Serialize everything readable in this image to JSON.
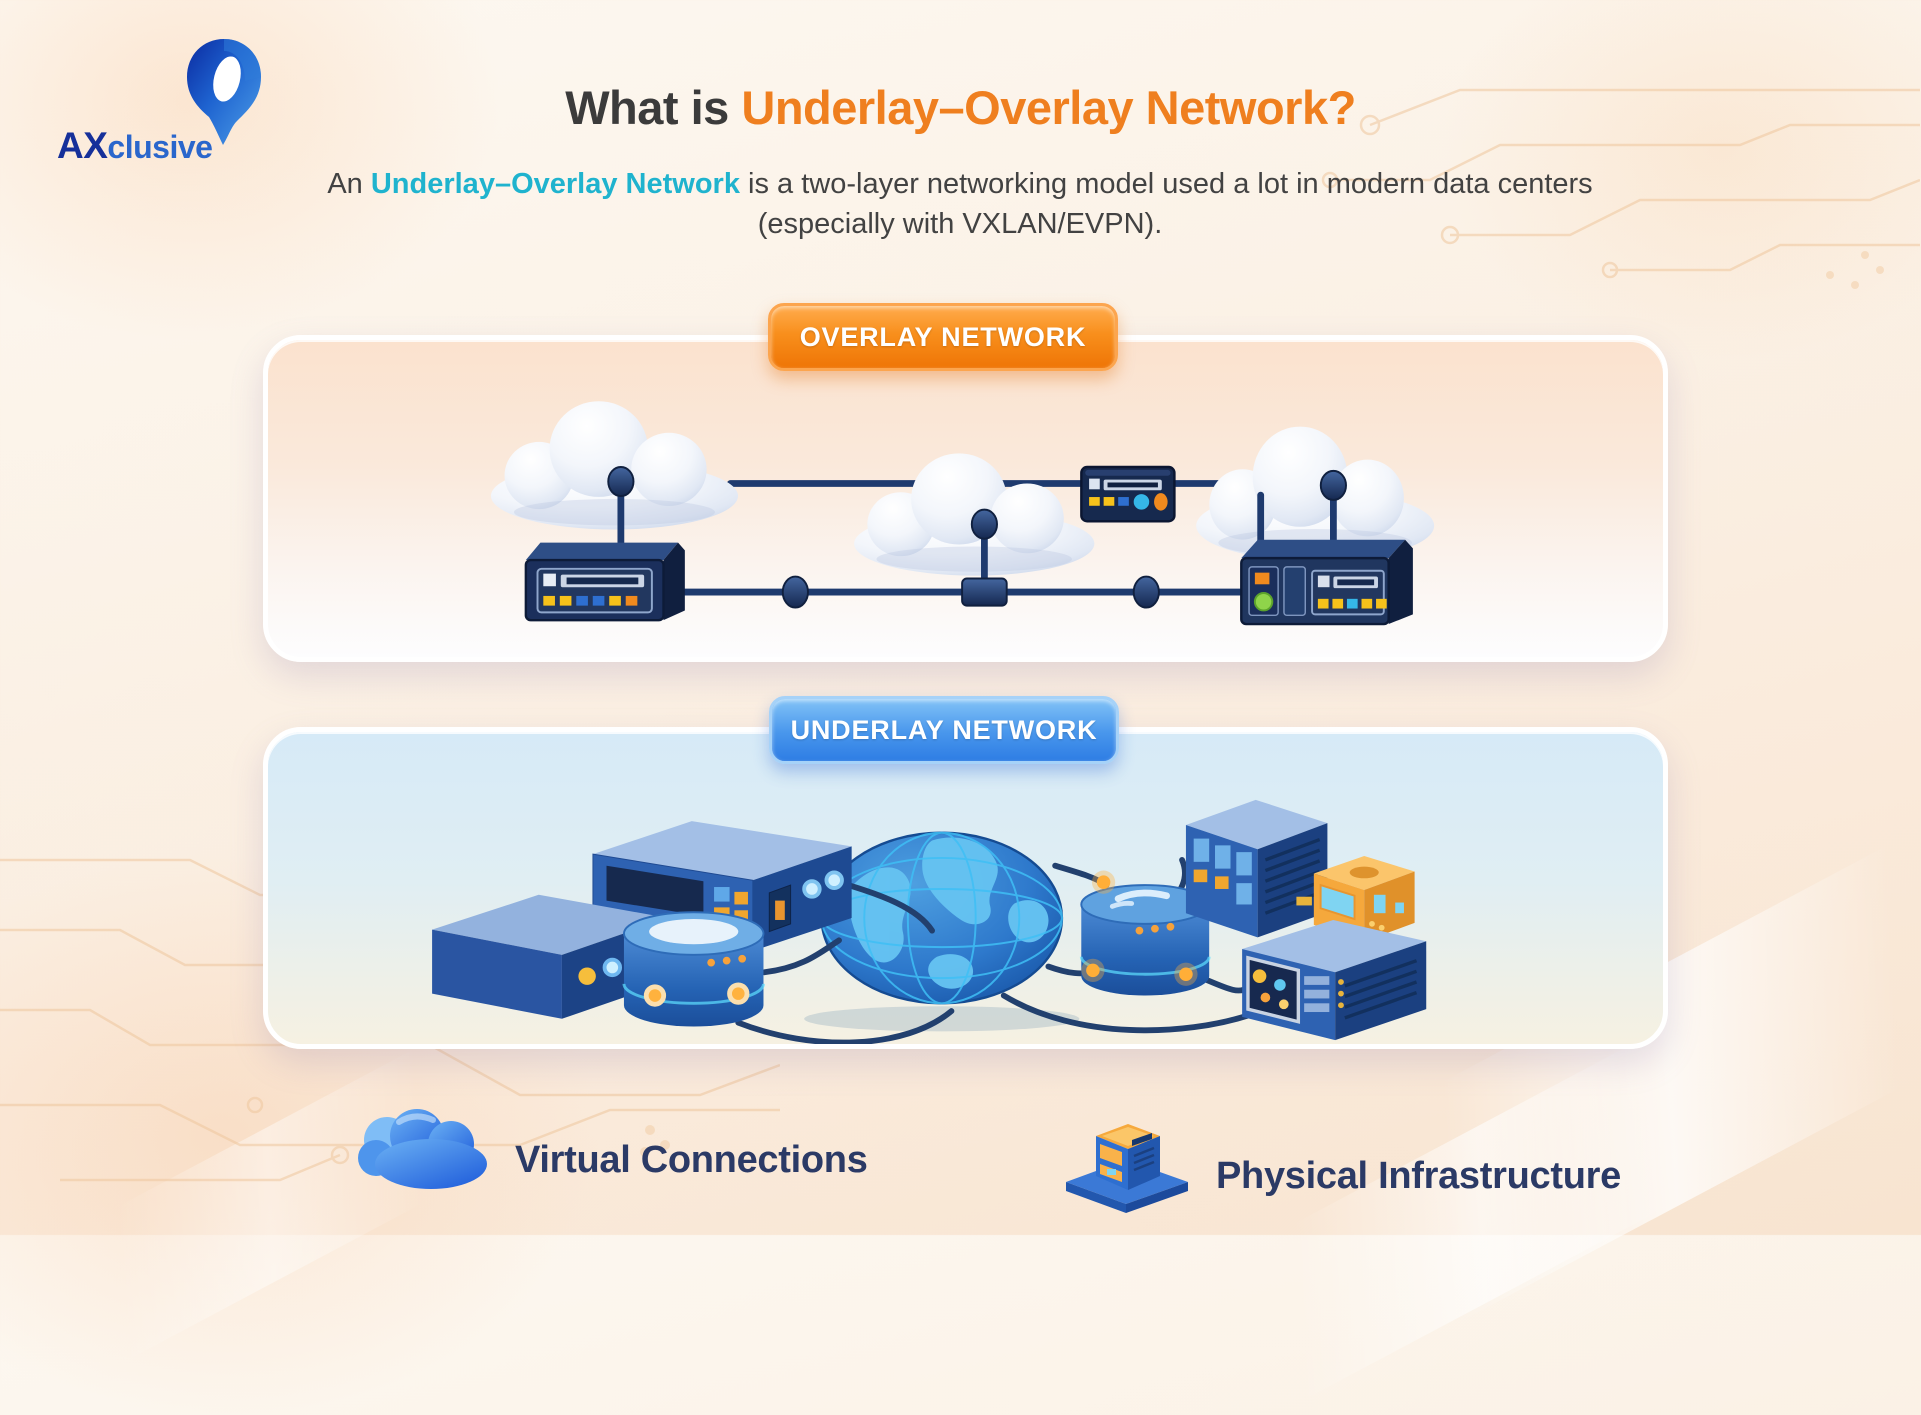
{
  "logo": {
    "brand_bold": "AX",
    "brand_rest": "clusive"
  },
  "header": {
    "title_prefix": "What is ",
    "title_highlight": "Underlay–Overlay Network?",
    "subtitle_prefix": "An ",
    "subtitle_highlight": "Underlay–Overlay Network",
    "subtitle_rest": " is a two-layer networking model used a lot in modern data centers (especially with VXLAN/EVPN)."
  },
  "sections": {
    "overlay": {
      "badge_label": "OVERLAY NETWORK",
      "content": "three clouds linked by virtual tunnel lines with routers and a network appliance"
    },
    "underlay": {
      "badge_label": "UNDERLAY NETWORK",
      "content": "physical servers, switches and routers cabled to a central globe"
    }
  },
  "legend": {
    "items": [
      {
        "icon": "cloud-icon",
        "label": "Virtual Connections"
      },
      {
        "icon": "server-icon",
        "label": "Physical Infrastructure"
      }
    ]
  },
  "colors": {
    "accent_orange": "#EF7F1F",
    "accent_cyan": "#1FB3CE",
    "title_dark": "#3B3B3B",
    "overlay_badge_top": "#FFAC4E",
    "overlay_badge_bottom": "#EF7506",
    "underlay_badge_top": "#82C3F7",
    "underlay_badge_bottom": "#2E7DE4",
    "connection_navy": "#1E3A6E",
    "legend_text": "#2B3A66",
    "logo_dark_blue": "#16309A",
    "logo_blue": "#2A66CC"
  }
}
